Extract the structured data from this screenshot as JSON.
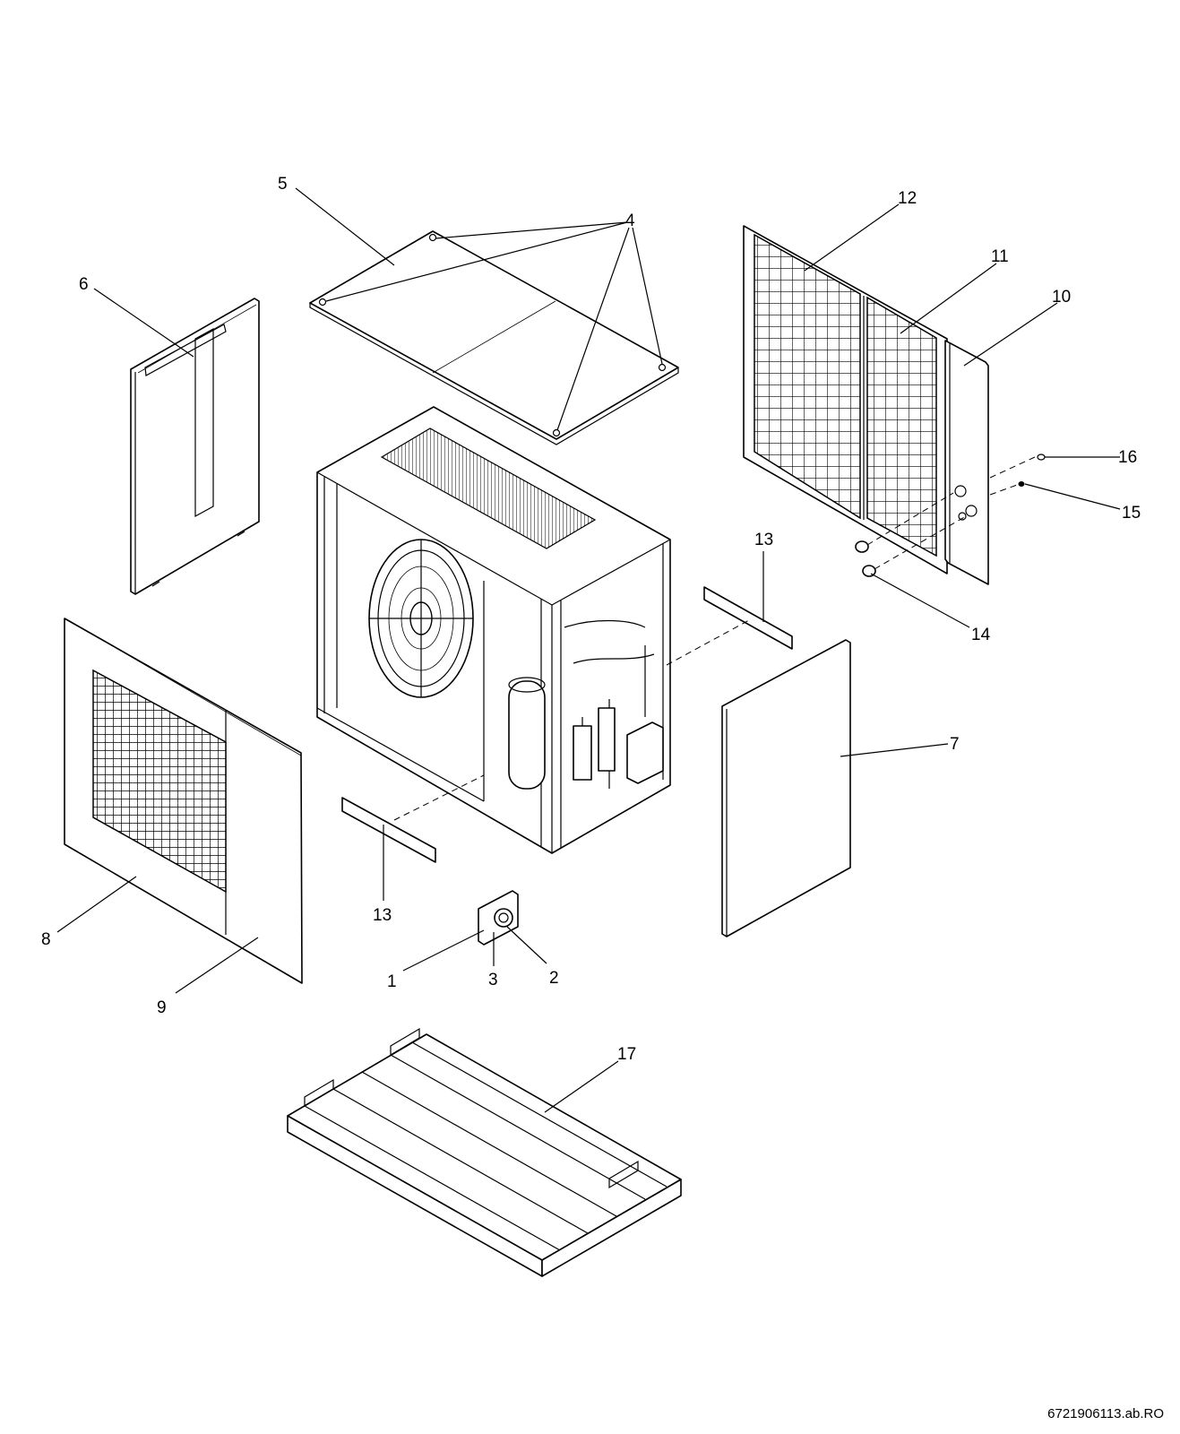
{
  "diagram": {
    "drawing_reference": "6721906113.ab.RO",
    "callouts": [
      {
        "id": "c1",
        "label": "1"
      },
      {
        "id": "c2",
        "label": "2"
      },
      {
        "id": "c3",
        "label": "3"
      },
      {
        "id": "c4",
        "label": "4"
      },
      {
        "id": "c5",
        "label": "5"
      },
      {
        "id": "c6",
        "label": "6"
      },
      {
        "id": "c7",
        "label": "7"
      },
      {
        "id": "c8",
        "label": "8"
      },
      {
        "id": "c9",
        "label": "9"
      },
      {
        "id": "c10",
        "label": "10"
      },
      {
        "id": "c11",
        "label": "11"
      },
      {
        "id": "c12",
        "label": "12"
      },
      {
        "id": "c13a",
        "label": "13"
      },
      {
        "id": "c13b",
        "label": "13"
      },
      {
        "id": "c14",
        "label": "14"
      },
      {
        "id": "c15",
        "label": "15"
      },
      {
        "id": "c16",
        "label": "16"
      },
      {
        "id": "c17",
        "label": "17"
      }
    ]
  }
}
